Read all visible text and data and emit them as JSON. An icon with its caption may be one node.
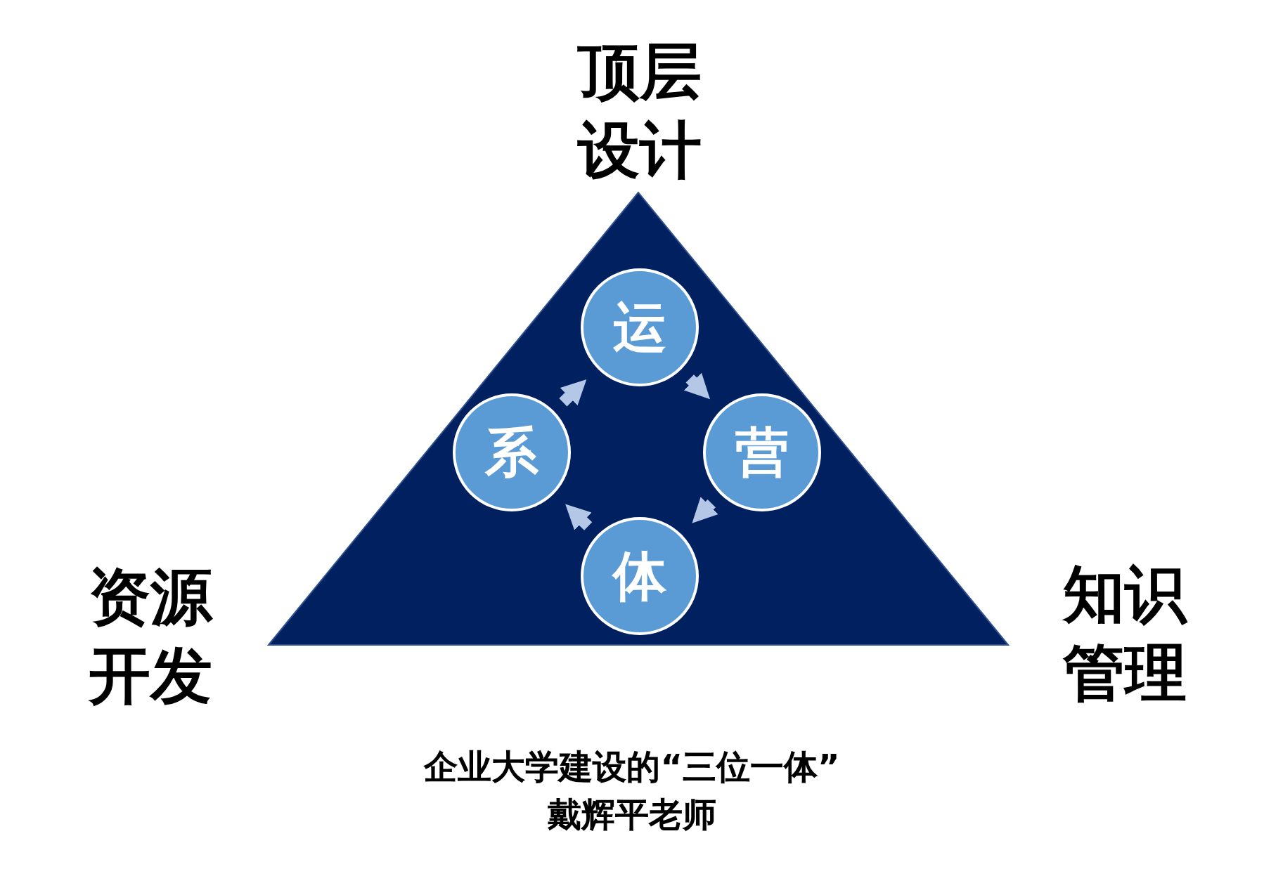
{
  "diagram": {
    "caption": "企业大学建设的“三位一体”",
    "nodes": [
      {
        "text": [],
        "shape": "triangle"
      },
      {
        "text": [
          "运"
        ],
        "in": 0
      },
      {
        "text": [
          "营"
        ],
        "in": 0
      },
      {
        "text": [
          "体"
        ],
        "in": 0
      },
      {
        "text": [
          "系"
        ],
        "in": 0
      }
    ],
    "edges": [
      {
        "from": 1,
        "to": 2,
        "arrow": "to"
      },
      {
        "from": 2,
        "to": 3,
        "arrow": "to"
      },
      {
        "from": 3,
        "to": 4,
        "arrow": "to"
      },
      {
        "from": 4,
        "to": 1,
        "arrow": "to"
      }
    ],
    "labels": [
      "顶层设计",
      "资源开发",
      "知识管理",
      "戴辉平老师"
    ]
  }
}
